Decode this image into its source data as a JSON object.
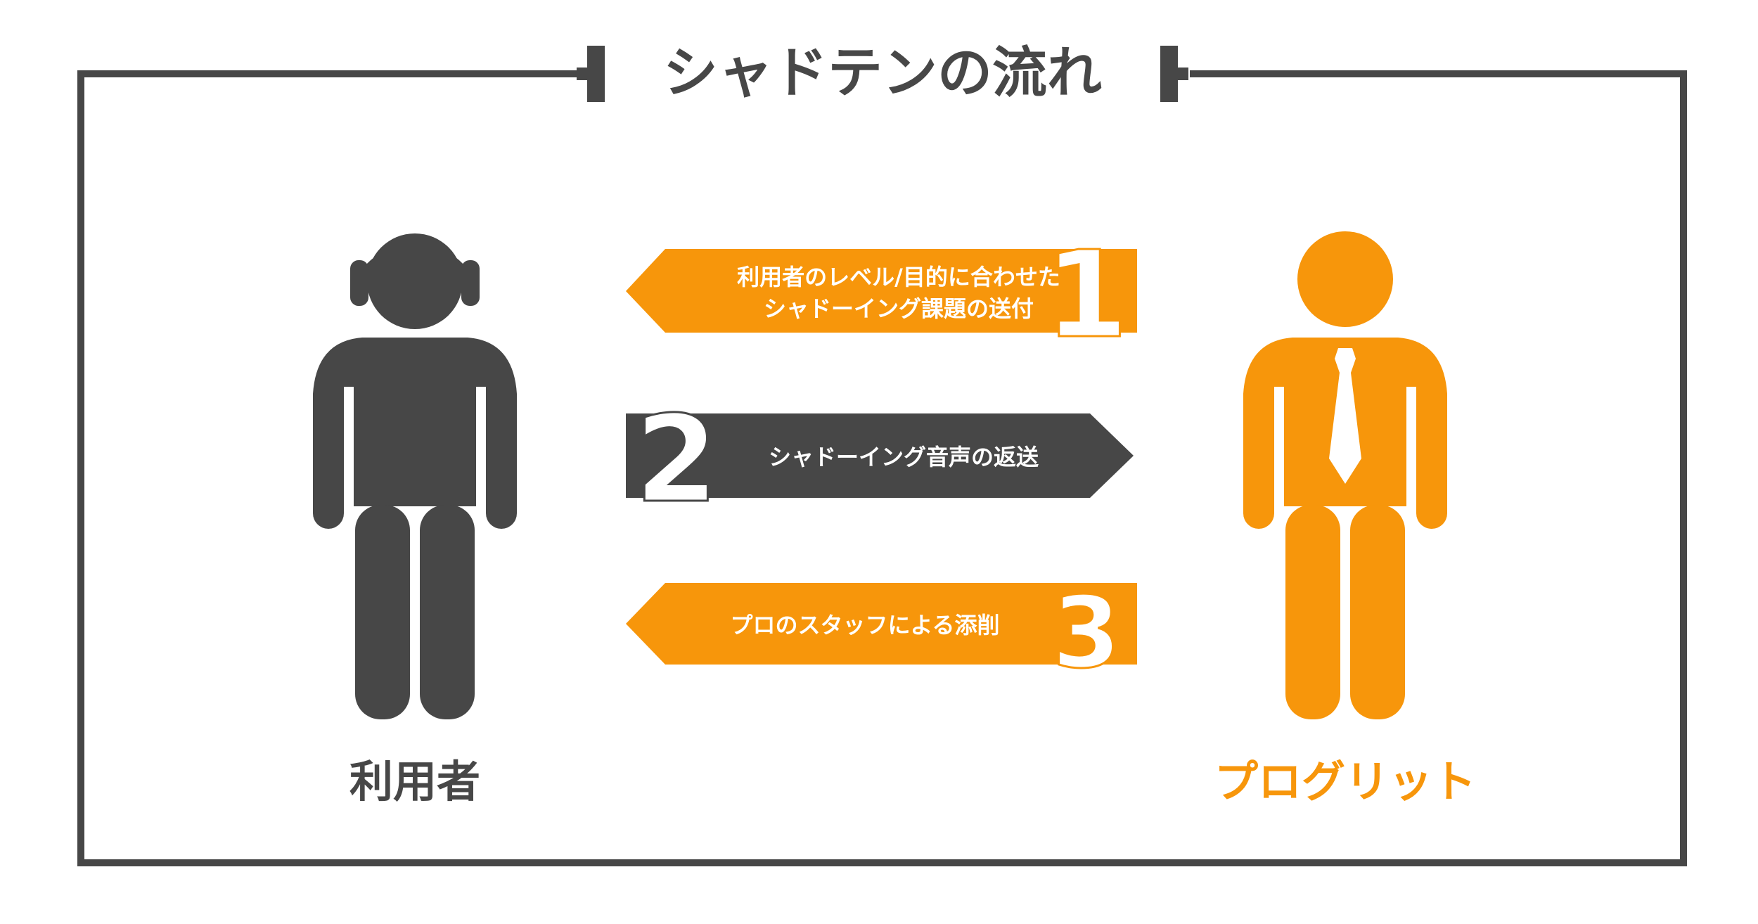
{
  "title": "シャドテンの流れ",
  "colors": {
    "dark": "#474747",
    "accent": "#f7960b",
    "white": "#ffffff"
  },
  "actors": {
    "user": {
      "label": "利用者",
      "icon": "person-with-headphones-icon"
    },
    "progrit": {
      "label": "プログリット",
      "icon": "person-with-tie-icon"
    }
  },
  "steps": [
    {
      "number": "1",
      "line1": "利用者のレベル/目的に合わせた",
      "line2": "シャドーイング課題の送付",
      "direction": "left"
    },
    {
      "number": "2",
      "line1": "シャドーイング音声の返送",
      "direction": "right"
    },
    {
      "number": "3",
      "line1": "プロのスタッフによる添削",
      "direction": "left"
    }
  ]
}
